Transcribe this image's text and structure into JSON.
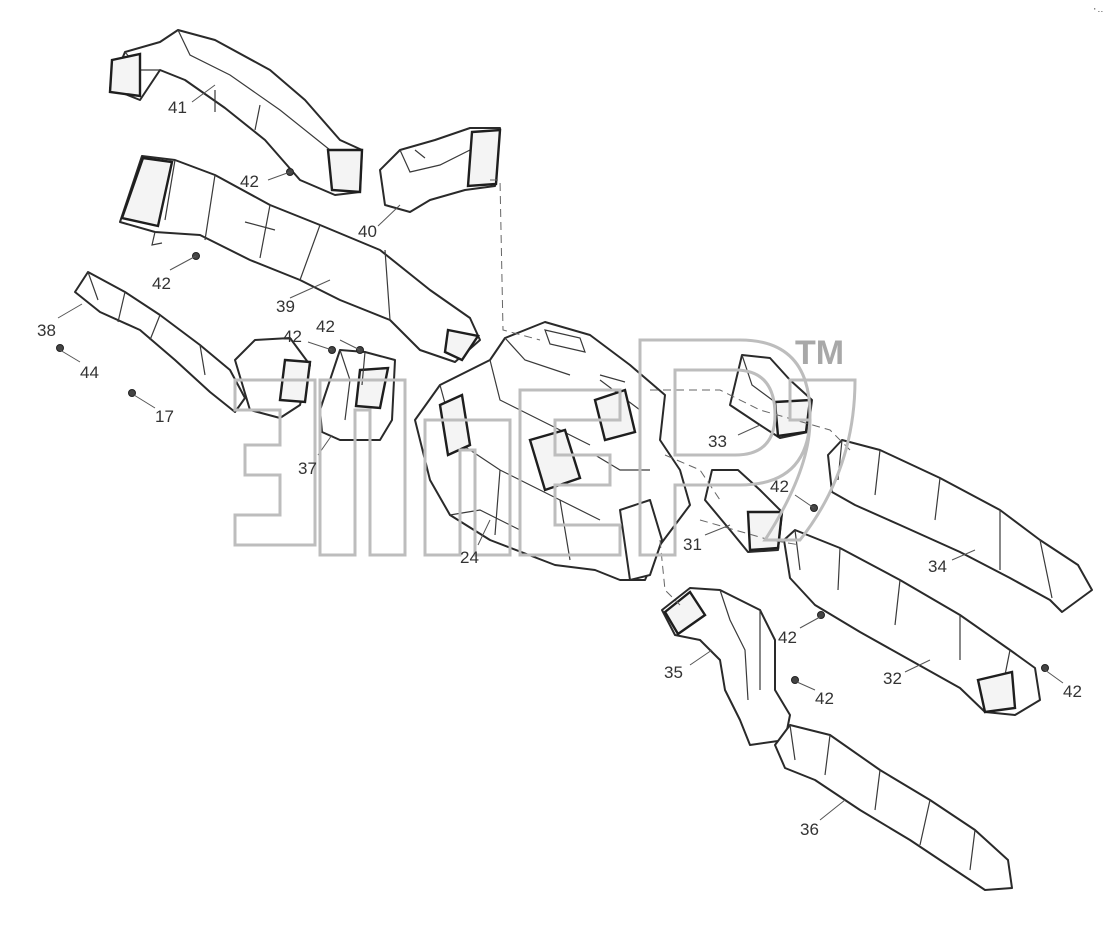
{
  "diagram": {
    "callouts": [
      {
        "id": "c41",
        "text": "41"
      },
      {
        "id": "c42a",
        "text": "42"
      },
      {
        "id": "c40",
        "text": "40"
      },
      {
        "id": "c42b",
        "text": "42"
      },
      {
        "id": "c39",
        "text": "39"
      },
      {
        "id": "c38",
        "text": "38"
      },
      {
        "id": "c42c",
        "text": "42"
      },
      {
        "id": "c42d",
        "text": "42"
      },
      {
        "id": "c44",
        "text": "44"
      },
      {
        "id": "c17",
        "text": "17"
      },
      {
        "id": "c37",
        "text": "37"
      },
      {
        "id": "c24",
        "text": "24"
      },
      {
        "id": "c33",
        "text": "33"
      },
      {
        "id": "c42e",
        "text": "42"
      },
      {
        "id": "c31",
        "text": "31"
      },
      {
        "id": "c34",
        "text": "34"
      },
      {
        "id": "c42f",
        "text": "42"
      },
      {
        "id": "c35",
        "text": "35"
      },
      {
        "id": "c42g",
        "text": "42"
      },
      {
        "id": "c32",
        "text": "32"
      },
      {
        "id": "c42h",
        "text": "42"
      },
      {
        "id": "c36",
        "text": "36"
      }
    ],
    "watermark": {
      "trademark": "TM",
      "color": "#bdbdbd"
    },
    "line_color": "#2a2a2a"
  }
}
